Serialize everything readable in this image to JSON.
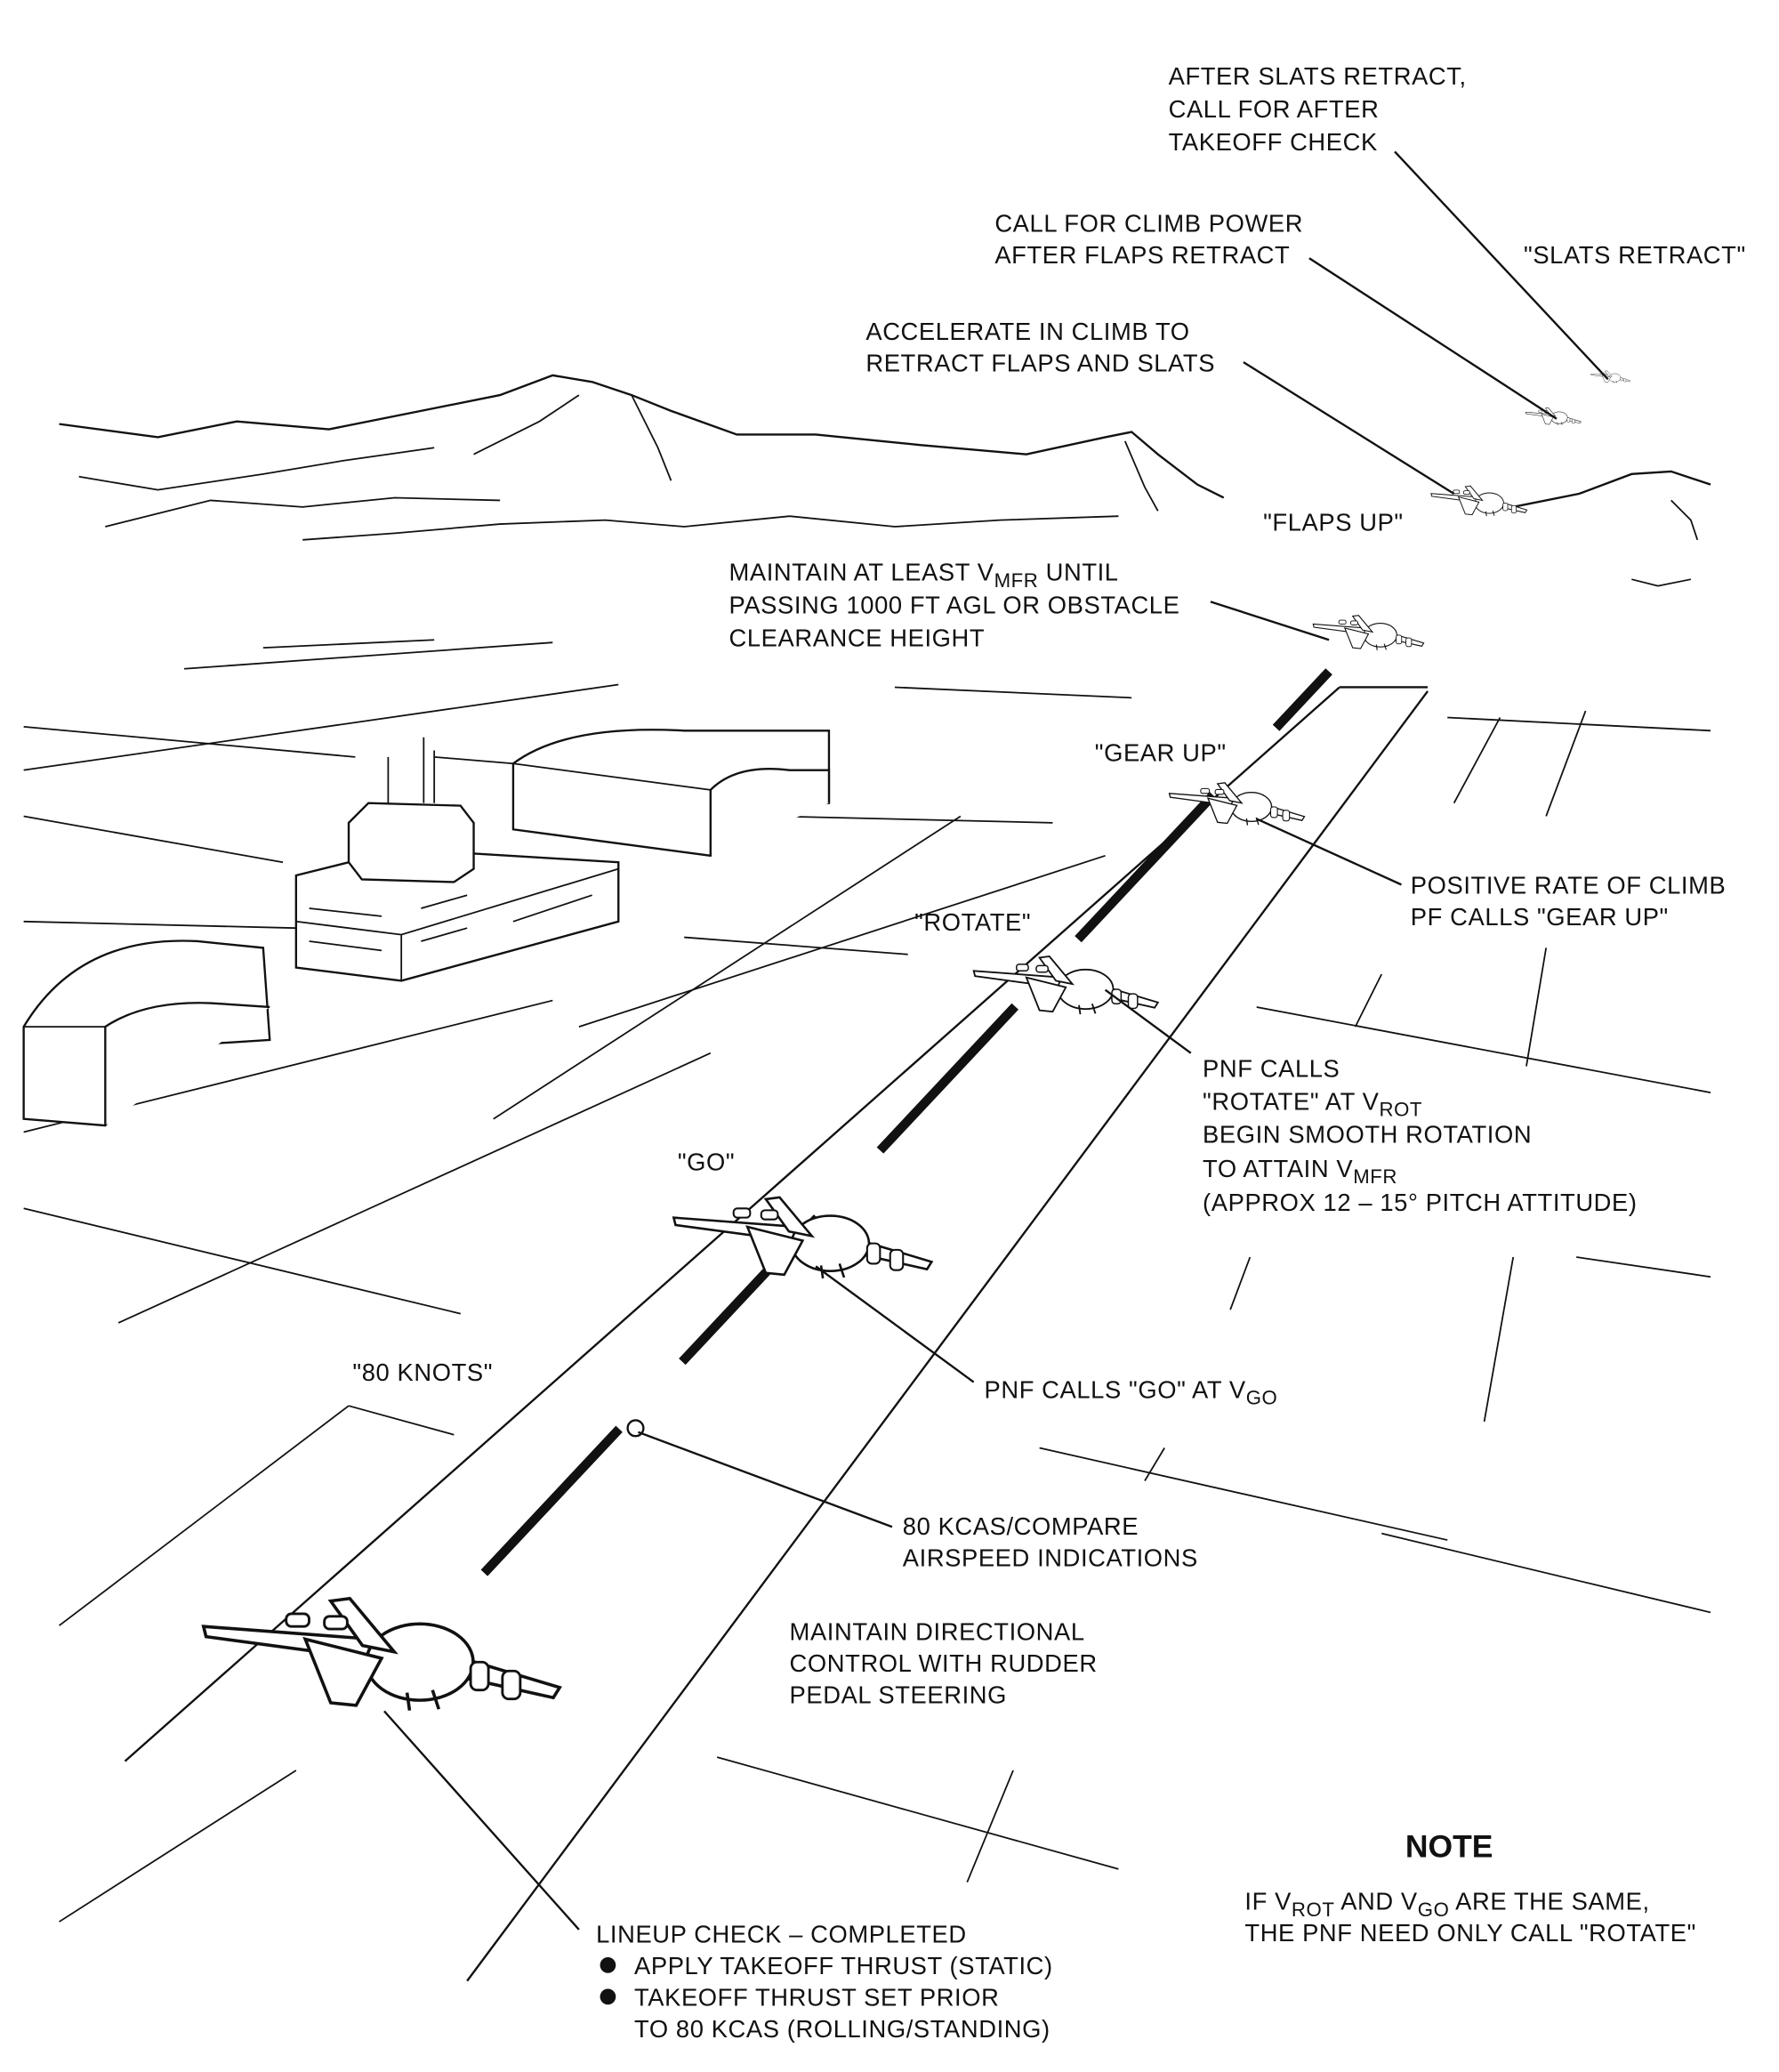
{
  "labels": {
    "after_slats": [
      "AFTER SLATS RETRACT,",
      "CALL FOR AFTER",
      "TAKEOFF CHECK"
    ],
    "slats_call": "\"SLATS RETRACT\"",
    "climb_power": [
      "CALL FOR CLIMB POWER",
      "AFTER FLAPS RETRACT"
    ],
    "accelerate": [
      "ACCELERATE IN CLIMB TO",
      "RETRACT FLAPS AND SLATS"
    ],
    "flaps_up_call": "\"FLAPS UP\"",
    "maintain_vmfr": {
      "line1_pre": "MAINTAIN AT LEAST V",
      "line1_sub": "MFR",
      "line1_post": " UNTIL",
      "line2": "PASSING 1000 FT AGL OR OBSTACLE",
      "line3": "CLEARANCE HEIGHT"
    },
    "gear_up_call": "\"GEAR UP\"",
    "positive_rate": [
      "POSITIVE RATE OF CLIMB",
      "PF CALLS \"GEAR UP\""
    ],
    "rotate_call": "\"ROTATE\"",
    "pnf_rotate": {
      "line1": "PNF CALLS",
      "line2_pre": "\"ROTATE\" AT V",
      "line2_sub": "ROT",
      "line3": "BEGIN SMOOTH ROTATION",
      "line4_pre": "TO ATTAIN V",
      "line4_sub": "MFR",
      "line5": "(APPROX 12 – 15° PITCH ATTITUDE)"
    },
    "go_call": "\"GO\"",
    "knots_call": "\"80 KNOTS\"",
    "pnf_go": {
      "pre": "PNF CALLS \"GO\" AT V",
      "sub": "GO"
    },
    "kcas": [
      "80 KCAS/COMPARE",
      "AIRSPEED INDICATIONS"
    ],
    "directional": [
      "MAINTAIN DIRECTIONAL",
      "CONTROL WITH RUDDER",
      "PEDAL STEERING"
    ],
    "lineup": {
      "title": "LINEUP CHECK – COMPLETED",
      "bullet1": "APPLY TAKEOFF THRUST (STATIC)",
      "bullet2": "TAKEOFF THRUST SET PRIOR",
      "bullet2_cont": "TO 80 KCAS (ROLLING/STANDING)"
    }
  },
  "note": {
    "title": "NOTE",
    "line1_a": "IF V",
    "line1_sub1": "ROT",
    "line1_b": " AND V",
    "line1_sub2": "GO",
    "line1_c": " ARE THE SAME,",
    "line2": "THE PNF NEED ONLY CALL \"ROTATE\""
  }
}
